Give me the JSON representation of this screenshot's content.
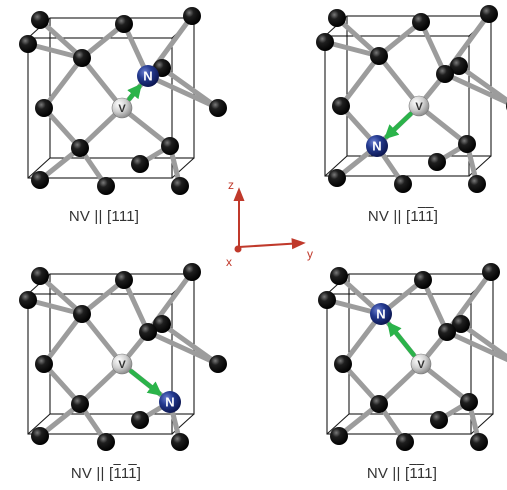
{
  "colors": {
    "carbon": "#0f0f0f",
    "vacancy": "#d9d9d9",
    "nitrogen": "#243a8f",
    "arrow": "#2bb34a",
    "bond": "#9c9c9c",
    "cube_edge": "#1a1a1a",
    "axis": "#c0392b"
  },
  "atoms": {
    "nitrogen_letter": "N",
    "vacancy_letter": "V"
  },
  "axes": {
    "x_label": "x",
    "y_label": "y",
    "z_label": "z"
  },
  "panels": [
    {
      "id": "top-left",
      "label_prefix": "NV || [",
      "label_indices": [
        {
          "digit": "1",
          "bar": false
        },
        {
          "digit": "1",
          "bar": false
        },
        {
          "digit": "1",
          "bar": false
        }
      ],
      "label_suffix": "]"
    },
    {
      "id": "top-right",
      "label_prefix": "NV || [",
      "label_indices": [
        {
          "digit": "1",
          "bar": false
        },
        {
          "digit": "1",
          "bar": true
        },
        {
          "digit": "1",
          "bar": true
        }
      ],
      "label_suffix": "]"
    },
    {
      "id": "bottom-left",
      "label_prefix": "NV || [",
      "label_indices": [
        {
          "digit": "1",
          "bar": true
        },
        {
          "digit": "1",
          "bar": false
        },
        {
          "digit": "1",
          "bar": true
        }
      ],
      "label_suffix": "]"
    },
    {
      "id": "bottom-right",
      "label_prefix": "NV || [",
      "label_indices": [
        {
          "digit": "1",
          "bar": true
        },
        {
          "digit": "1",
          "bar": true
        },
        {
          "digit": "1",
          "bar": false
        }
      ],
      "label_suffix": "]"
    }
  ]
}
